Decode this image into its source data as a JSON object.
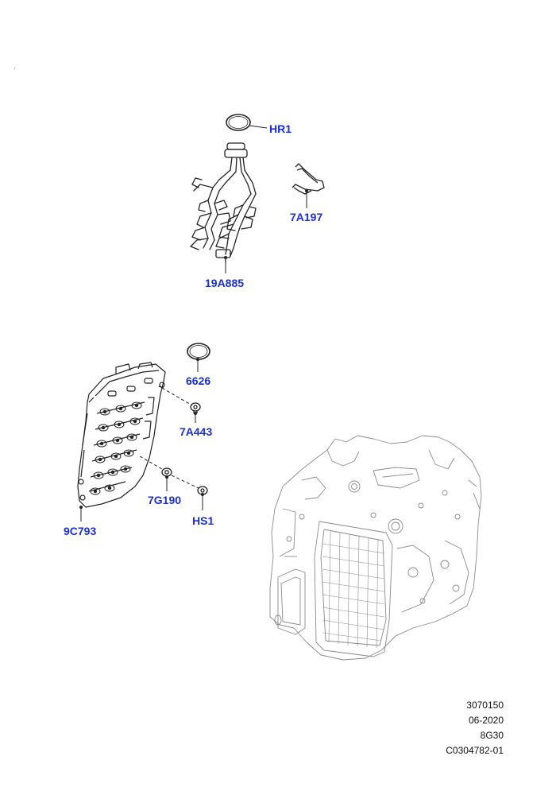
{
  "colors": {
    "callout": "#1a2fd6",
    "linework": "#222222",
    "ghost": "#8a8a8a"
  },
  "parts": [
    {
      "id": "hr1",
      "label": "HR1"
    },
    {
      "id": "7a197",
      "label": "7A197"
    },
    {
      "id": "19a885",
      "label": "19A885"
    },
    {
      "id": "6626",
      "label": "6626"
    },
    {
      "id": "7a443",
      "label": "7A443"
    },
    {
      "id": "7g190",
      "label": "7G190"
    },
    {
      "id": "hs1",
      "label": "HS1"
    },
    {
      "id": "9c793",
      "label": "9C793"
    }
  ],
  "footer": {
    "line1": "3070150",
    "line2": "06-2020",
    "line3": "8G30",
    "line4": "C0304782-01"
  }
}
